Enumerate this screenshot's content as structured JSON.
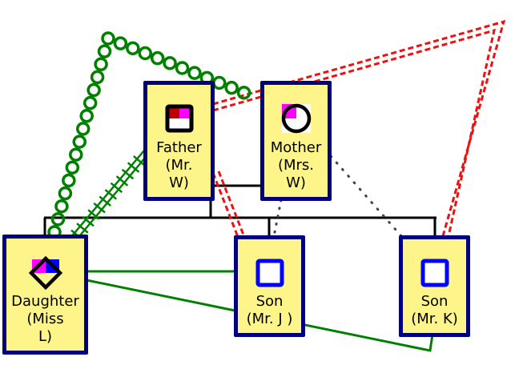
{
  "diagram": {
    "type": "genogram",
    "colors": {
      "node_fill": "#fdf58a",
      "node_border": "#00007f",
      "family_line": "#000000",
      "close_relation": "#008000",
      "hostile_relation": "#ee1111",
      "distant_relation": "#444444",
      "male_symbol_border": "#0000ff",
      "magenta": "#ff00ff",
      "dark_red": "#c00000",
      "blue": "#0000ff"
    },
    "people": [
      {
        "id": "father",
        "label": "Father\n(Mr.\nW)",
        "gender": "male",
        "icon": "square-quadrant-icon"
      },
      {
        "id": "mother",
        "label": "Mother\n(Mrs.\nW)",
        "gender": "female",
        "icon": "circle-quadrant-icon"
      },
      {
        "id": "daughter",
        "label": "Daughter\n(Miss\nL)",
        "gender": "unknown",
        "icon": "diamond-quadrant-icon"
      },
      {
        "id": "son_j",
        "label": "Son\n(Mr. J )",
        "gender": "male",
        "icon": "square-icon"
      },
      {
        "id": "son_k",
        "label": "Son\n(Mr. K)",
        "gender": "male",
        "icon": "square-icon"
      }
    ],
    "relationships": [
      {
        "from": "father",
        "to": "mother",
        "type": "marriage",
        "style": "solid-black"
      },
      {
        "from": "marriage",
        "to": [
          "daughter",
          "son_j",
          "son_k"
        ],
        "type": "children",
        "style": "solid-black"
      },
      {
        "from": "daughter",
        "to": "mother",
        "type": "close-coil",
        "style": "green-coil"
      },
      {
        "from": "daughter",
        "to": "father",
        "type": "hostile-crossed",
        "style": "green-hatched"
      },
      {
        "from": "father",
        "to": "son_k",
        "type": "conflict",
        "style": "red-double-dashed"
      },
      {
        "from": "father",
        "to": "son_j",
        "type": "conflict",
        "style": "red-double-dashed"
      },
      {
        "from": "mother",
        "to": "son_j",
        "type": "distant",
        "style": "gray-dotted"
      },
      {
        "from": "mother",
        "to": "son_k",
        "type": "distant",
        "style": "gray-dotted"
      },
      {
        "from": "daughter",
        "to": "son_j",
        "type": "normal",
        "style": "green-solid"
      },
      {
        "from": "daughter",
        "to": "son_k",
        "type": "normal",
        "style": "green-solid"
      }
    ]
  }
}
